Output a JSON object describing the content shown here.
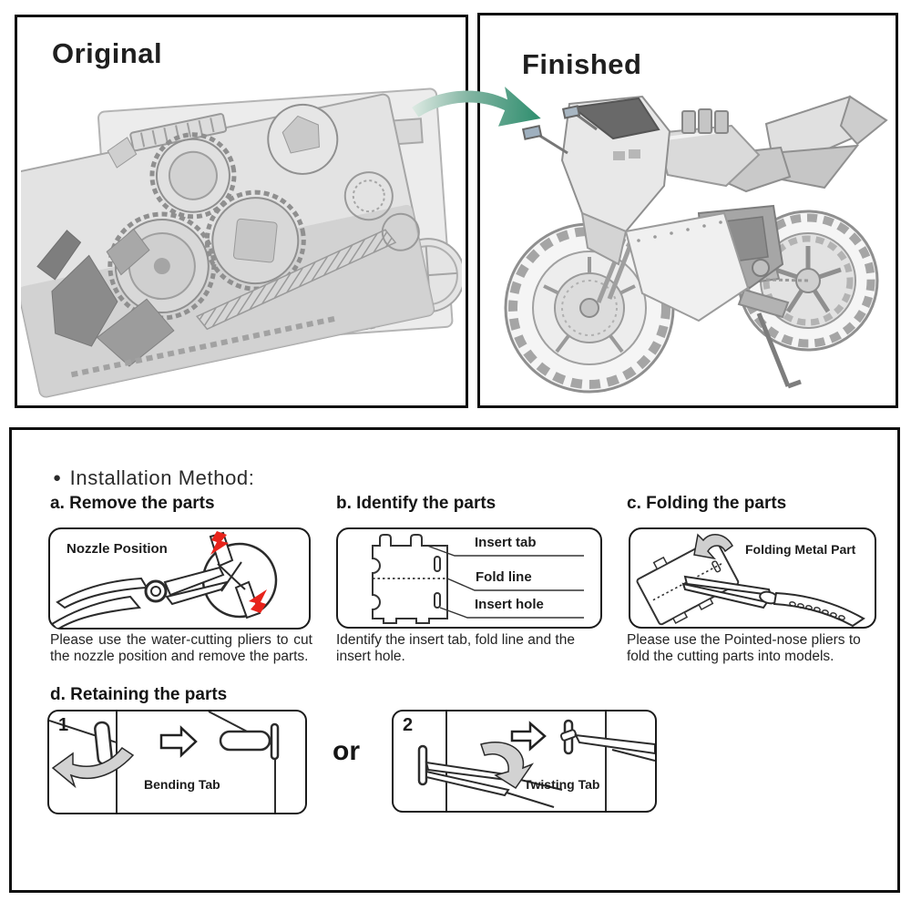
{
  "top": {
    "original_title": "Original",
    "finished_title": "Finished"
  },
  "installation": {
    "bullet": "●",
    "heading": "Installation Method:",
    "step_a_title": "a. Remove the parts",
    "nozzle_label": "Nozzle Position",
    "step_a_caption": "Please use the water-cutting pliers to cut the nozzle position and remove the parts.",
    "step_b_title": "b. Identify the parts",
    "insert_tab_label": "Insert tab",
    "fold_line_label": "Fold line",
    "insert_hole_label": "Insert hole",
    "step_b_caption": "Identify the insert tab, fold line and the insert hole.",
    "step_c_title": "c. Folding the parts",
    "folding_label": "Folding Metal Part",
    "step_c_caption": "Please use the Pointed-nose pliers to fold the cutting parts into models.",
    "step_d_title": "d. Retaining the parts",
    "option1_number": "1",
    "option1_label": "Bending Tab",
    "or_text": "or",
    "option2_number": "2",
    "option2_label": "Twisting Tab"
  },
  "colors": {
    "arrow_green": "#2e8e6e",
    "spark_red": "#e8231b",
    "ink": "#1d1d1b",
    "sheet_gray": "#e3e3e3",
    "metal_gray": "#c9c9c9"
  }
}
